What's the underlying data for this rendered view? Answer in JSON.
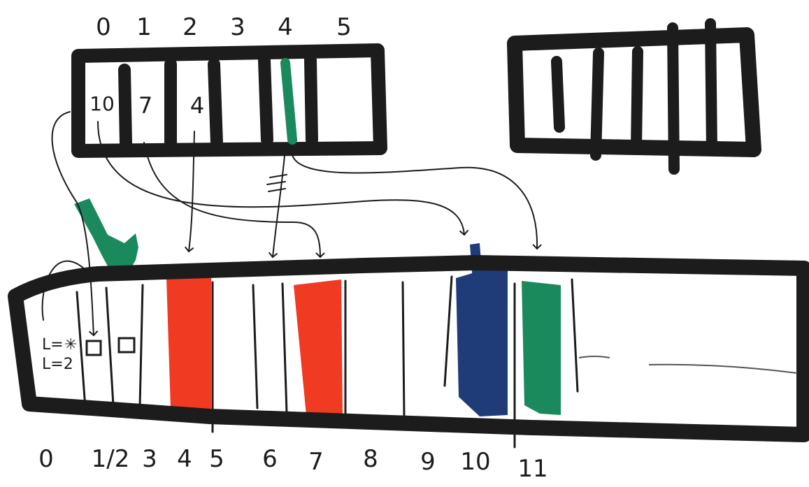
{
  "top_array": {
    "indices": [
      "0",
      "1",
      "2",
      "3",
      "4",
      "5"
    ],
    "values": [
      "10",
      "7",
      "4"
    ]
  },
  "main_array": {
    "header_text": [
      "L=",
      "L=2"
    ],
    "indices": [
      "0",
      "1/2",
      "3",
      "4",
      "5",
      "6",
      "7",
      "8",
      "9",
      "10",
      "11"
    ]
  },
  "colors": {
    "ink": "#1c1c1c",
    "red": "#f03a22",
    "green": "#1a8a5d",
    "blue": "#1f3c78"
  }
}
